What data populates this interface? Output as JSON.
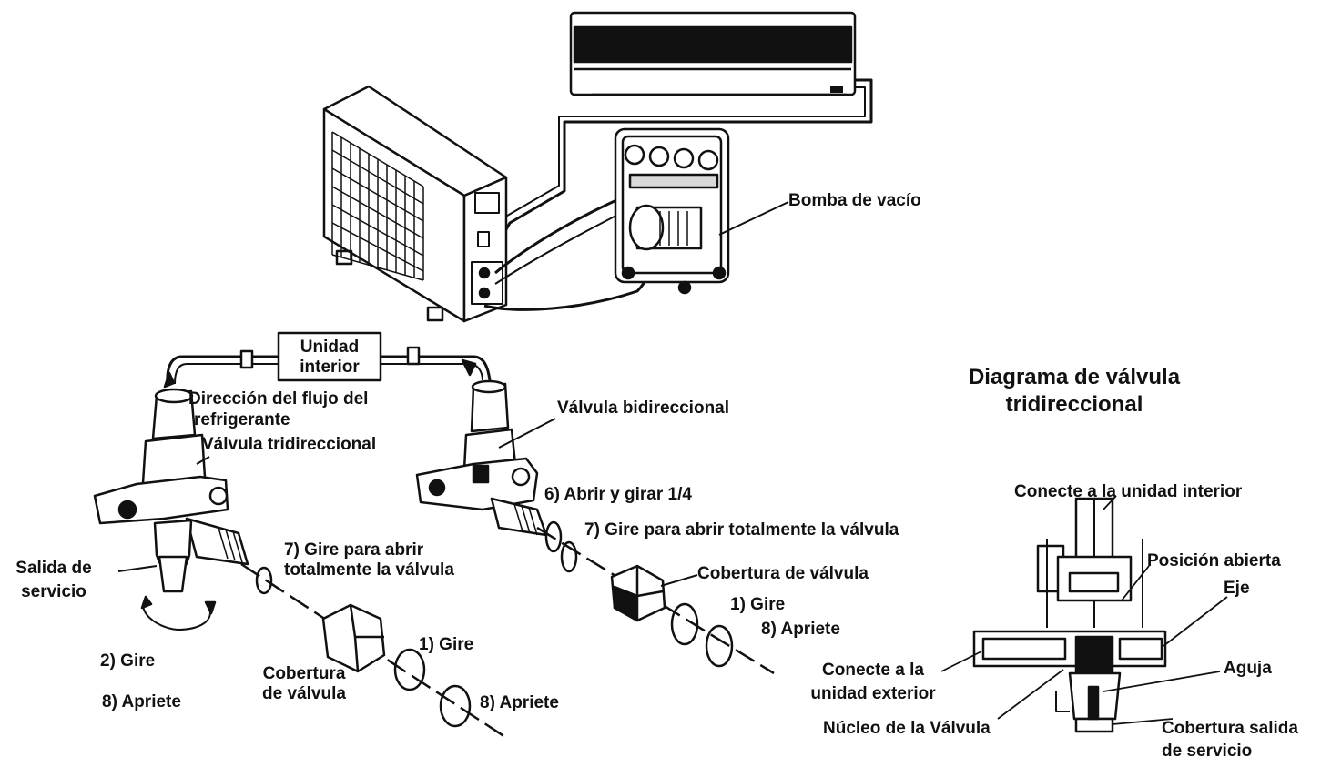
{
  "labels": {
    "vacuum_pump": "Bomba de vacío",
    "indoor_unit_box": [
      "Unidad",
      "interior"
    ],
    "refrigerant_flow": [
      "Dirección del flujo del",
      "refrigerante"
    ],
    "three_way_valve": "Válvula tridireccional",
    "two_way_valve": "Válvula bidireccional",
    "step6": "6) Abrir y girar 1/4",
    "step7_right": "7) Gire para abrir totalmente la válvula",
    "step7_left": [
      "7) Gire para abrir",
      "totalmente la válvula"
    ],
    "service_port": [
      "Salida de",
      "servicio"
    ],
    "valve_cover_right": "Cobertura de válvula",
    "valve_cover_left": [
      "Cobertura",
      "de válvula"
    ],
    "step1_right": "1) Gire",
    "step8_right": "8) Apriete",
    "step1_left": "1) Gire",
    "step8_left": "8) Apriete",
    "step2": "2) Gire",
    "step8_under_step2": "8) Apriete",
    "diagram_title": [
      "Diagrama de válvula",
      "tridireccional"
    ],
    "connect_indoor": "Conecte a la unidad interior",
    "open_position": "Posición abierta",
    "shaft": "Eje",
    "connect_outdoor": [
      "Conecte a la",
      "unidad exterior"
    ],
    "needle": "Aguja",
    "valve_core": "Núcleo de la Válvula",
    "service_port_cover": [
      "Cobertura salida",
      "de servicio"
    ]
  },
  "colors": {
    "ink": "#111111",
    "background": "#ffffff",
    "shade": "#d9d9d9"
  }
}
